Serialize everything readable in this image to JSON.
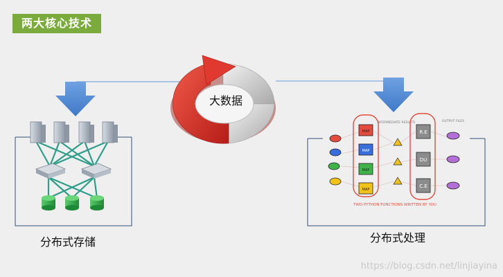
{
  "title": "两大核心技术",
  "center_label": "大数据",
  "left_label": "分布式存储",
  "right_label": "分布式处理",
  "mapreduce": {
    "map_label": "MAP",
    "reducers": [
      "R.E",
      "DU",
      "C.E"
    ],
    "intermediate_label": "INTERMEDIATE RESULTS",
    "output_label": "OUTPUT FILES",
    "footer": "TWO PYTHON FUNCTIONS WRITTEN BY YOU"
  },
  "watermark": "https://blog.csdn.net/linjiayina",
  "colors": {
    "title_bg": "#7aab3c",
    "arrow_blue": "#5b8fd4",
    "ring_red": "#d8322b",
    "ring_gray": "#c9c9c9",
    "server_gray": "#b9c2cc",
    "switch_gray": "#aeb6bf",
    "network_line": "#2e9e8a",
    "storage_green": "#33a84a",
    "sketch_red": "#e24b3d",
    "triangle_yellow": "#f2c21c",
    "output_purple": "#b26fd6"
  }
}
